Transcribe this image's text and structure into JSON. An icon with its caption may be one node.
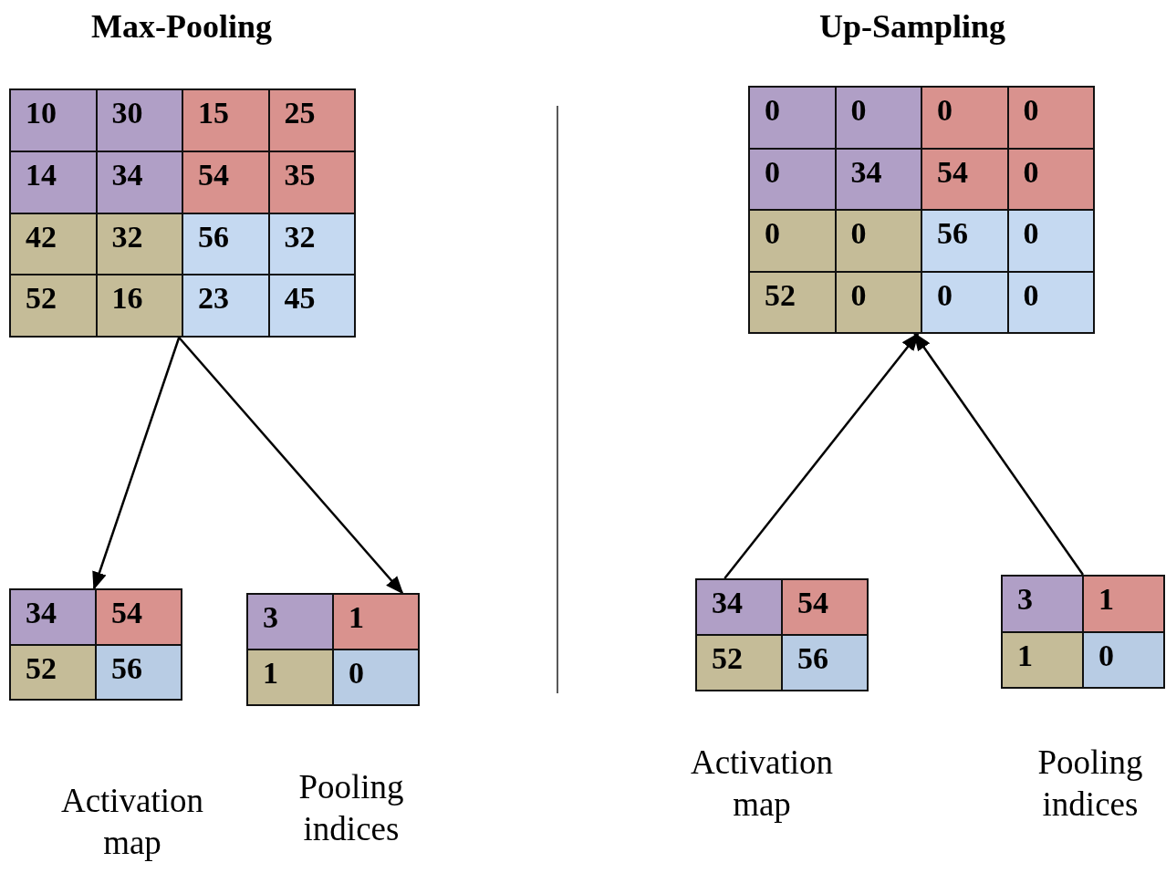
{
  "diagram": {
    "nodes": [
      {
        "text": [
          "10",
          "30",
          "15",
          "25",
          "14",
          "34",
          "54",
          "35",
          "42",
          "32",
          "56",
          "32",
          "52",
          "16",
          "23",
          "45"
        ]
      },
      {
        "text": [
          "34",
          "54",
          "52",
          "56"
        ],
        "beside": [
          "Activation map"
        ]
      },
      {
        "text": [
          "3",
          "1",
          "1",
          "0"
        ],
        "beside": [
          "Pooling indices"
        ]
      },
      {
        "text": [
          "0",
          "0",
          "0",
          "0",
          "0",
          "34",
          "54",
          "0",
          "0",
          "0",
          "56",
          "0",
          "52",
          "0",
          "0",
          "0"
        ]
      },
      {
        "text": [
          "34",
          "54",
          "52",
          "56"
        ],
        "beside": [
          "Activation map"
        ]
      },
      {
        "text": [
          "3",
          "1",
          "1",
          "0"
        ],
        "beside": [
          "Pooling indices"
        ]
      }
    ],
    "edges": [
      {
        "from": 0,
        "to": 1,
        "arrow": "to"
      },
      {
        "from": 0,
        "to": 2,
        "arrow": "to"
      },
      {
        "from": 4,
        "to": 3,
        "arrow": "to"
      },
      {
        "from": 5,
        "to": 3,
        "arrow": "to"
      }
    ],
    "labels": [
      "Max-Pooling",
      "Up-Sampling"
    ]
  }
}
